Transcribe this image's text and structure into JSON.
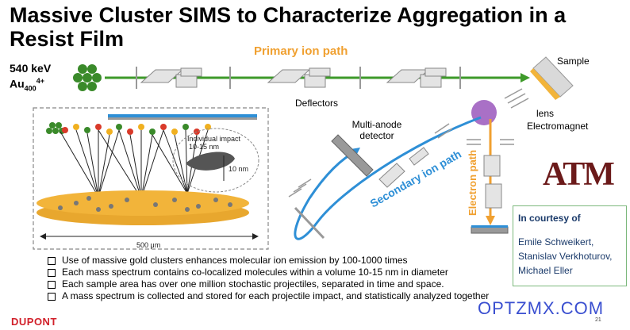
{
  "title": "Massive Cluster SIMS to Characterize Aggregation in a Resist Film",
  "diagram": {
    "primary_ion_path": "Primary ion path",
    "ion_energy": "540 keV",
    "ion_species": "Au",
    "ion_subscript": "400",
    "ion_charge": "4+",
    "sample": "Sample",
    "deflectors": "Deflectors",
    "lens": "lens",
    "electromagnet": "Electromagnet",
    "detector": "Multi-anode detector",
    "secondary_path": "Secondary ion path",
    "electron_path": "Electron path",
    "impact_label": "Individual impact",
    "impact_size": "10-15 nm",
    "depth_label": "10 nm",
    "scale_label": "500 μm"
  },
  "courtesy": {
    "heading": "In courtesy of",
    "names": [
      "Emile Schweikert,",
      "Stanislav Verkhoturov,",
      "Michael Eller"
    ]
  },
  "bullets": [
    "Use of massive gold clusters enhances molecular ion emission by 100-1000 times",
    "Each mass spectrum contains co-localized molecules within a volume 10-15 nm in diameter",
    "Each sample area has over one million stochastic projectiles, separated in time and space.",
    "A mass spectrum is collected and stored for each projectile impact, and statistically analyzed together"
  ],
  "logos": {
    "tamu": "ATM",
    "dupont": "DUPONT"
  },
  "watermark": "OPTZMX.COM",
  "page_number": "21",
  "colors": {
    "primary_path": "#3e9a2a",
    "secondary_path": "#2e8fd6",
    "electron_path": "#f0a030",
    "electromagnet": "#a060c0",
    "gold_cluster": "#3a8a2a",
    "disk": "#f2b43a"
  }
}
